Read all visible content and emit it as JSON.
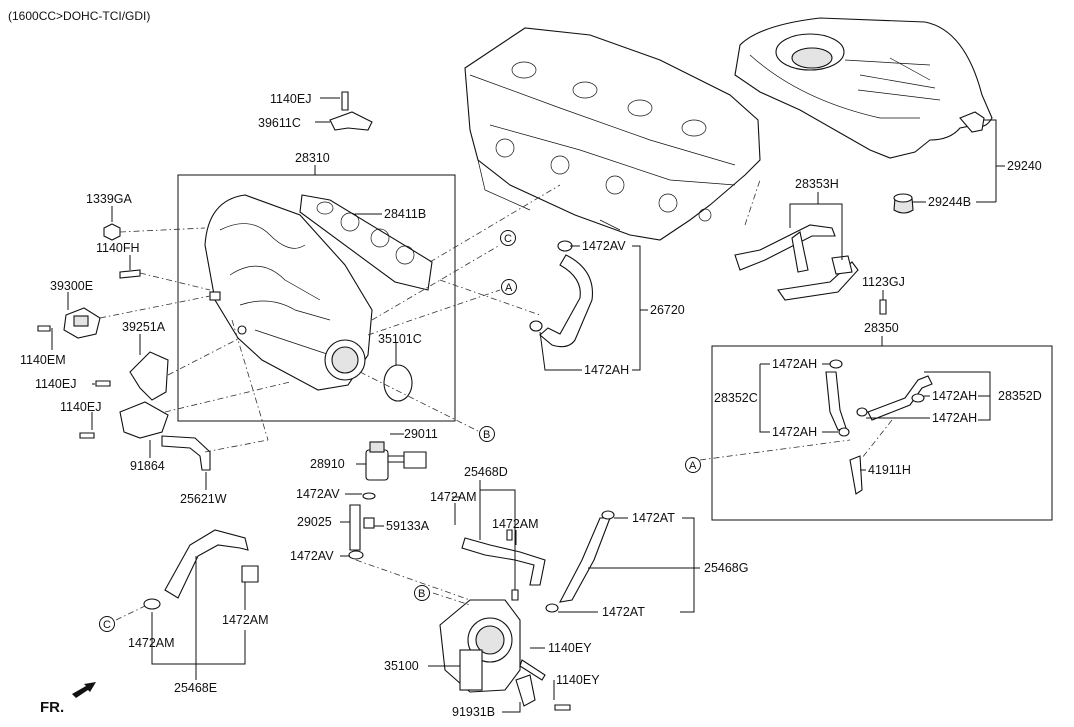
{
  "header": {
    "engine_spec": "(1600CC>DOHC-TCI/GDI)"
  },
  "front_marker": {
    "label": "FR."
  },
  "callouts": {
    "A": "A",
    "B": "B",
    "C": "C"
  },
  "parts": {
    "p1140EJ_top": "1140EJ",
    "p39611C": "39611C",
    "p28310": "28310",
    "p1339GA": "1339GA",
    "p28411B": "28411B",
    "p1140FH": "1140FH",
    "p39300E": "39300E",
    "p39251A": "39251A",
    "p35101C": "35101C",
    "p1140EM": "1140EM",
    "p1140EJ_mid": "1140EJ",
    "p1140EJ_low": "1140EJ",
    "p91864": "91864",
    "p25621W": "25621W",
    "p1472AV_top": "1472AV",
    "p26720": "26720",
    "p1472AH_top": "1472AH",
    "p28353H": "28353H",
    "p1123GJ": "1123GJ",
    "p28350": "28350",
    "p29240": "29240",
    "p29244B": "29244B",
    "p1472AH_box1": "1472AH",
    "p28352C": "28352C",
    "p1472AH_box2": "1472AH",
    "p28352D": "28352D",
    "p1472AH_box3": "1472AH",
    "p1472AH_box4": "1472AH",
    "p41911H": "41911H",
    "p29011": "29011",
    "p28910": "28910",
    "p1472AV_mid": "1472AV",
    "p29025": "29025",
    "p59133A": "59133A",
    "p1472AV_low": "1472AV",
    "p25468D": "25468D",
    "p1472AM_a": "1472AM",
    "p1472AM_b": "1472AM",
    "p1472AT_top": "1472AT",
    "p25468G": "25468G",
    "p1472AT_low": "1472AT",
    "p1472AM_c": "1472AM",
    "p1472AM_d": "1472AM",
    "p25468E": "25468E",
    "p1140EY_a": "1140EY",
    "p35100": "35100",
    "p1140EY_b": "1140EY",
    "p91931B": "91931B"
  }
}
